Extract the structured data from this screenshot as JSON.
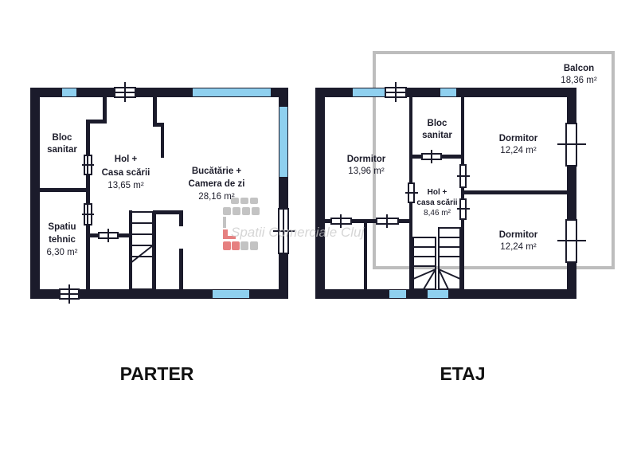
{
  "colors": {
    "wall": "#1b1b2b",
    "window": "#8fd0ef",
    "balcony": "#bdbdbd",
    "logo_red": "#e26a6a",
    "logo_gray": "#b5b5b5"
  },
  "parter": {
    "title": "PARTER",
    "rooms": [
      {
        "name_lines": [
          "Bloc",
          "sanitar"
        ],
        "area": ""
      },
      {
        "name_lines": [
          "Hol +",
          "Casa scării"
        ],
        "area": "13,65 m²"
      },
      {
        "name_lines": [
          "Bucătărie +",
          "Camera de zi"
        ],
        "area": "28,16 m²"
      },
      {
        "name_lines": [
          "Spatiu",
          "tehnic"
        ],
        "area": "6,30 m²"
      }
    ]
  },
  "etaj": {
    "title": "ETAJ",
    "rooms": [
      {
        "name_lines": [
          "Balcon"
        ],
        "area": "18,36 m²"
      },
      {
        "name_lines": [
          "Dormitor"
        ],
        "area": "13,96 m²"
      },
      {
        "name_lines": [
          "Bloc",
          "sanitar"
        ],
        "area": ""
      },
      {
        "name_lines": [
          "Dormitor"
        ],
        "area": "12,24 m²"
      },
      {
        "name_lines": [
          "Hol +",
          "casa scării"
        ],
        "area": "8,46 m²"
      },
      {
        "name_lines": [
          "Dormitor"
        ],
        "area": "12,24 m²"
      }
    ]
  },
  "watermark": "Spatii Comerciale Cluj"
}
